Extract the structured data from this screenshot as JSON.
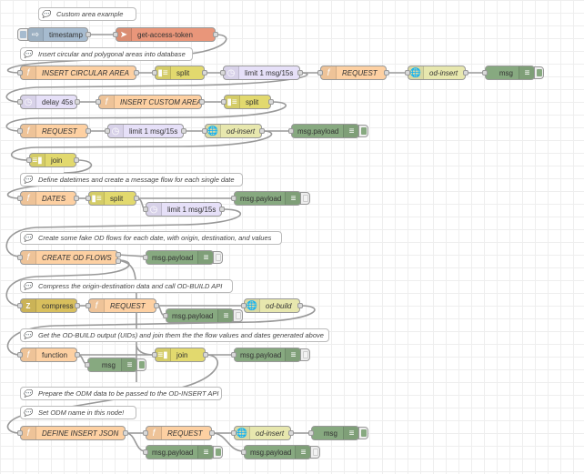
{
  "colors": {
    "function": "#fdd0a2",
    "split_join": "#e2d96e",
    "delay": "#e6e0f8",
    "http_api": "#e7e7ae",
    "debug": "#87a980",
    "inject": "#a6bbcf",
    "change": "#e9967a",
    "compress": "#d8bf5d",
    "wire": "#999999"
  },
  "comments": {
    "c1": "Custom area example",
    "c2": "Insert circular and polygonal areas into database",
    "c3": "Define datetimes and create a message flow for each single date",
    "c4": "Create some fake OD flows for each date, with origin, destination, and values",
    "c5": "Compress the origin-destination data and call OD-BUILD API",
    "c6": "Get the OD-BUILD output (UIDs) and join them the the flow values and dates generated above",
    "c7": "Prepare the ODM data to be passed to the OD-INSERT API",
    "c8": "Set ODM name in this node!"
  },
  "nodes": {
    "timestamp": "timestamp",
    "get_token": "get-access-token",
    "insert_circular": "INSERT CIRCULAR AREA",
    "split1": "split",
    "limit1": "limit 1 msg/15s",
    "request1": "REQUEST",
    "odinsert1": "od-insert",
    "msg1": "msg",
    "delay45": "delay 45s",
    "insert_custom": "INSERT CUSTOM AREA",
    "split2": "split",
    "request2": "REQUEST",
    "limit2": "limit 1 msg/15s",
    "odinsert2": "od-insert",
    "payload1": "msg.payload",
    "join1": "join",
    "dates": "DATES",
    "split3": "split",
    "payload2": "msg.payload",
    "limit3": "limit 1 msg/15s",
    "create_od": "CREATE OD FLOWS",
    "payload3": "msg.payload",
    "compress": "compress",
    "request3": "REQUEST",
    "payload4": "msg.payload",
    "odbuild": "od-build",
    "function": "function",
    "msg2": "msg",
    "join2": "join",
    "payload5": "msg.payload",
    "define_json": "DEFINE INSERT JSON",
    "request4": "REQUEST",
    "odinsert3": "od-insert",
    "msg3": "msg",
    "payload6": "msg.payload",
    "payload7": "msg.payload"
  }
}
